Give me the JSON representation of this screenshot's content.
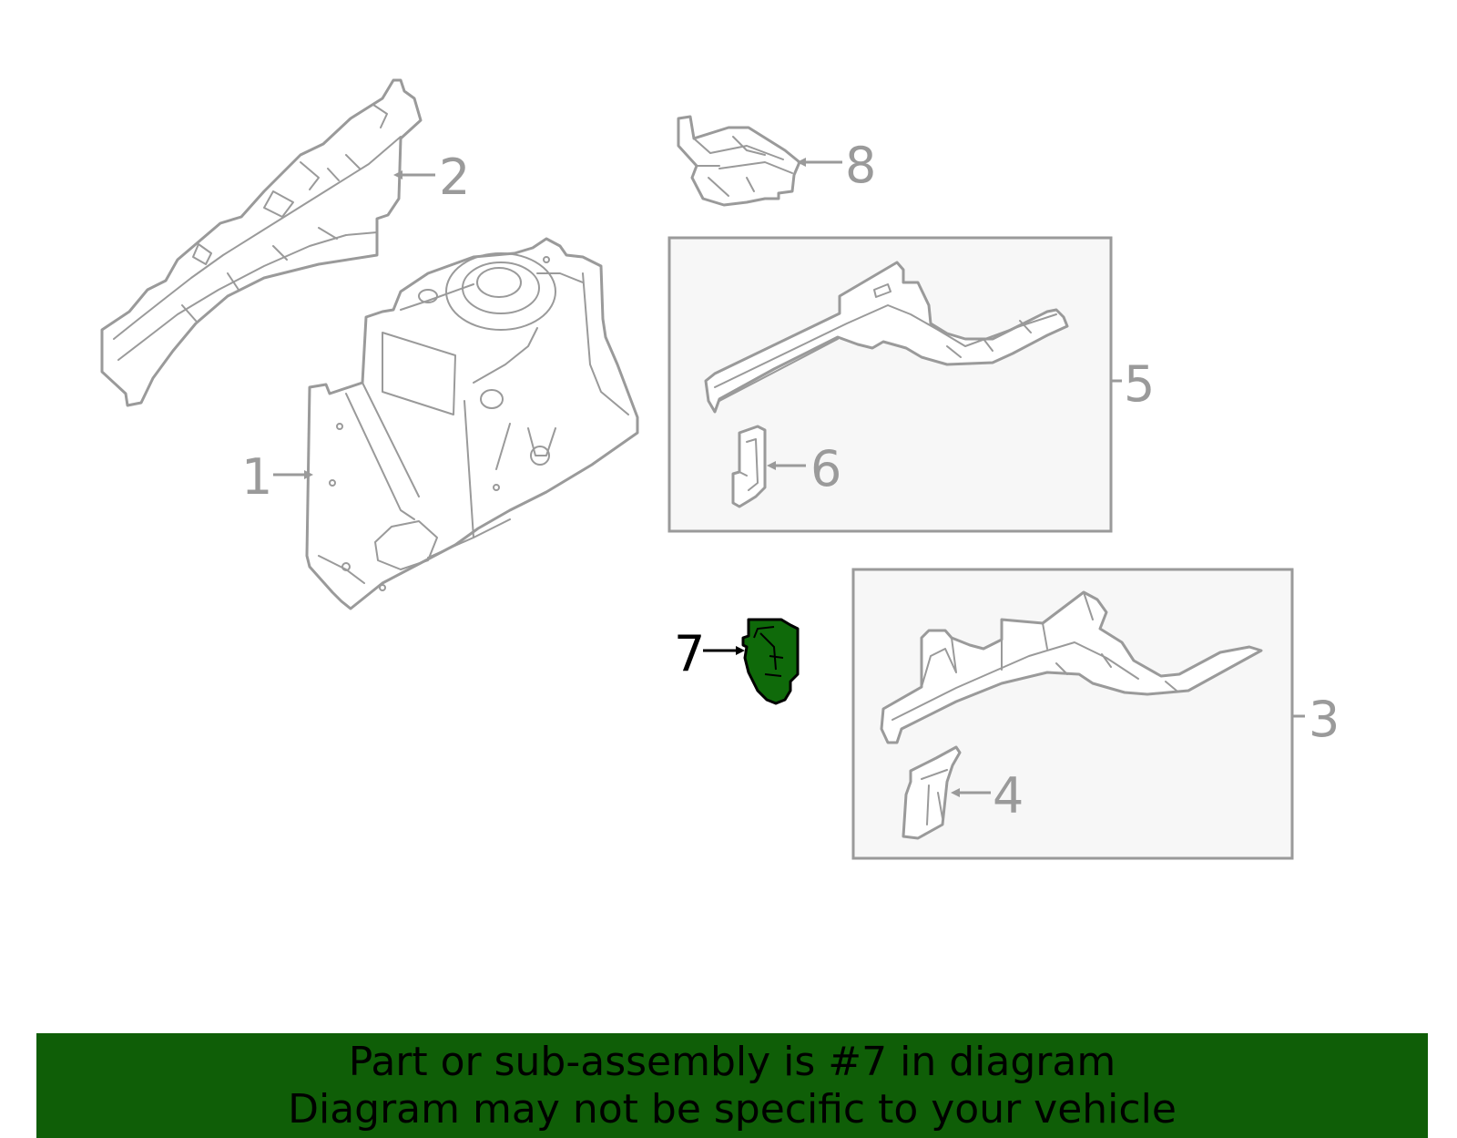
{
  "diagram": {
    "highlight_color": "#0f6a0a",
    "line_color": "#9a9a9a",
    "callouts": {
      "c1": "1",
      "c2": "2",
      "c3": "3",
      "c4": "4",
      "c5": "5",
      "c6": "6",
      "c7": "7",
      "c8": "8"
    },
    "highlighted_part": "7"
  },
  "banner": {
    "line1": "Part or sub-assembly is #7 in diagram",
    "line2": "Diagram may not be specific to your vehicle",
    "color": "#0f5e07"
  }
}
